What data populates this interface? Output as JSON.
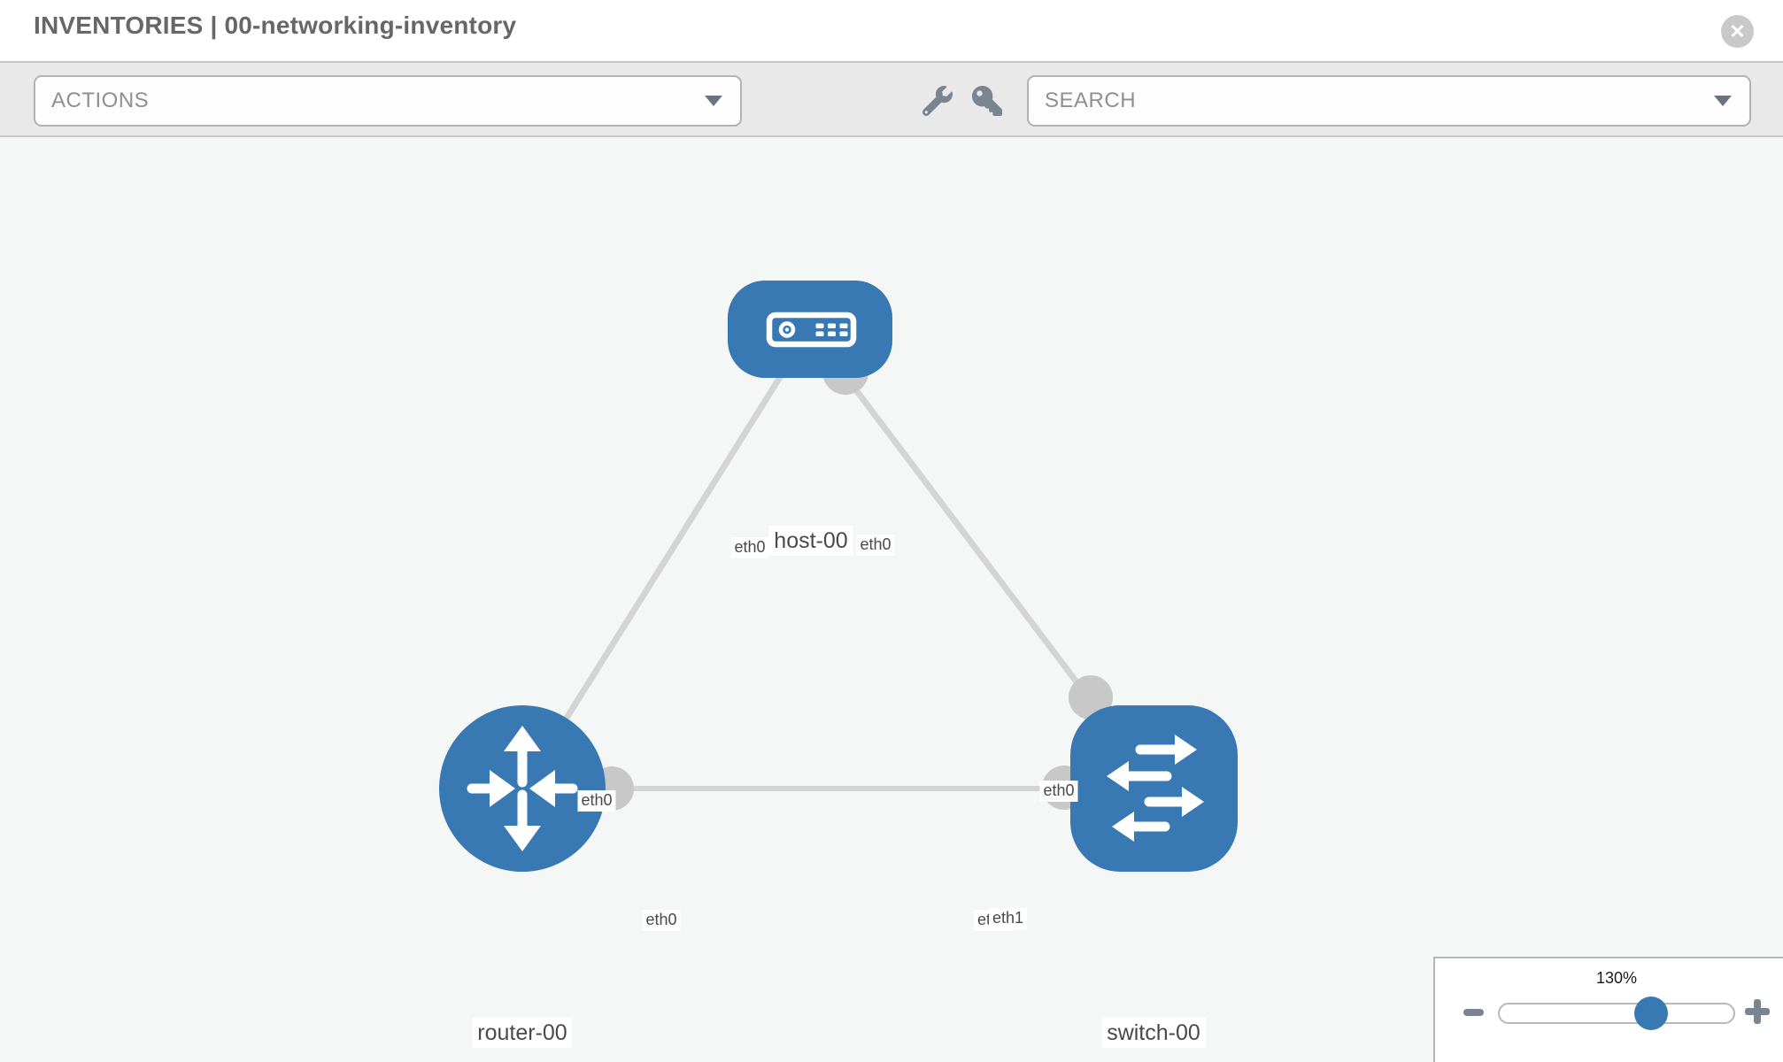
{
  "header": {
    "title": "INVENTORIES | 00-networking-inventory",
    "close_icon": "✕"
  },
  "toolbar": {
    "actions": {
      "label": "ACTIONS"
    },
    "search": {
      "placeholder": "SEARCH"
    },
    "icons": [
      "wrench-icon",
      "key-icon"
    ]
  },
  "canvas": {
    "nodes": [
      {
        "id": "host-00",
        "type": "host",
        "label": "host-00"
      },
      {
        "id": "router-00",
        "type": "router",
        "label": "router-00"
      },
      {
        "id": "switch-00",
        "type": "switch",
        "label": "switch-00"
      }
    ],
    "links": [
      {
        "from": "host-00",
        "to": "router-00",
        "from_interface": "eth0",
        "to_interface": "eth0"
      },
      {
        "from": "host-00",
        "to": "switch-00",
        "from_interface": "eth0",
        "to_interface": "eth0"
      },
      {
        "from": "router-00",
        "to": "switch-00",
        "from_interface": "eth0",
        "to_interface": "eth1"
      }
    ],
    "interface_labels": {
      "host_left": "eth0",
      "host_right": "eth0",
      "link_host_router": "eth0",
      "link_host_switch": "eth0",
      "router_right": "eth0",
      "switch_left_back": "eth0",
      "switch_left_front": "eth1"
    }
  },
  "zoom_control": {
    "level": "130%"
  },
  "colors": {
    "node_blue": "#3879b4",
    "edge_gray": "#d4d4d4",
    "interface_dot_gray": "#c8c8c8",
    "toolbar_bg": "#e9e9e9",
    "canvas_bg": "#f5f6f6",
    "icon_gray": "#7b8591",
    "title_gray": "#676767"
  }
}
